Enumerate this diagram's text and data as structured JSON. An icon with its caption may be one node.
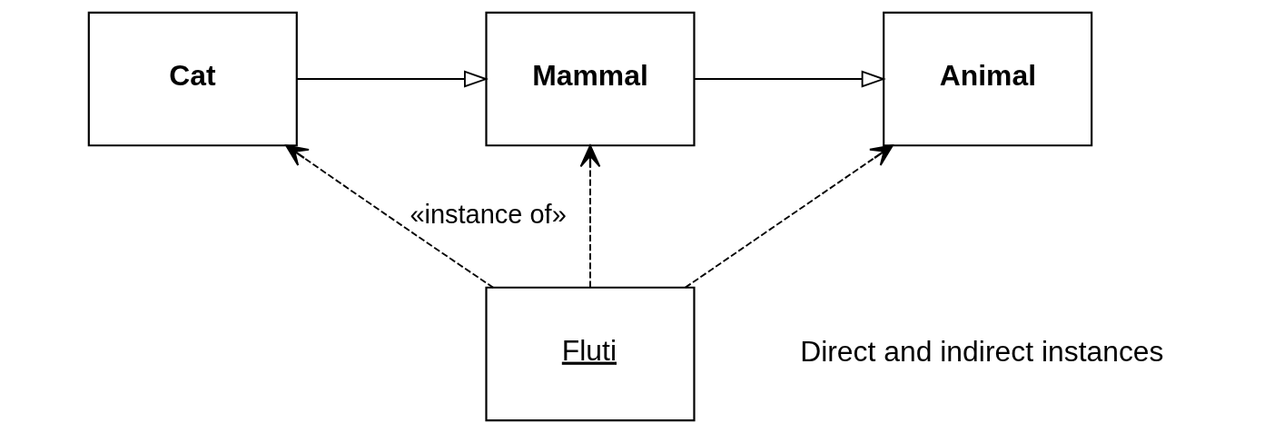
{
  "diagram": {
    "nodes": [
      {
        "text": [
          "Cat"
        ]
      },
      {
        "text": [
          "Mammal"
        ]
      },
      {
        "text": [
          "Animal"
        ]
      },
      {
        "text": [
          "Fluti"
        ]
      }
    ],
    "edges": [
      {
        "from": 0,
        "to": 1,
        "arrow": "to"
      },
      {
        "from": 1,
        "to": 2,
        "arrow": "to"
      },
      {
        "from": 3,
        "to": 0,
        "arrow": "to",
        "style": "dashed",
        "label": "«instance of»"
      },
      {
        "from": 3,
        "to": 1,
        "arrow": "to",
        "style": "dashed"
      },
      {
        "from": 3,
        "to": 2,
        "arrow": "to",
        "style": "dashed"
      }
    ],
    "labels": [
      "Direct and indirect instances"
    ]
  }
}
